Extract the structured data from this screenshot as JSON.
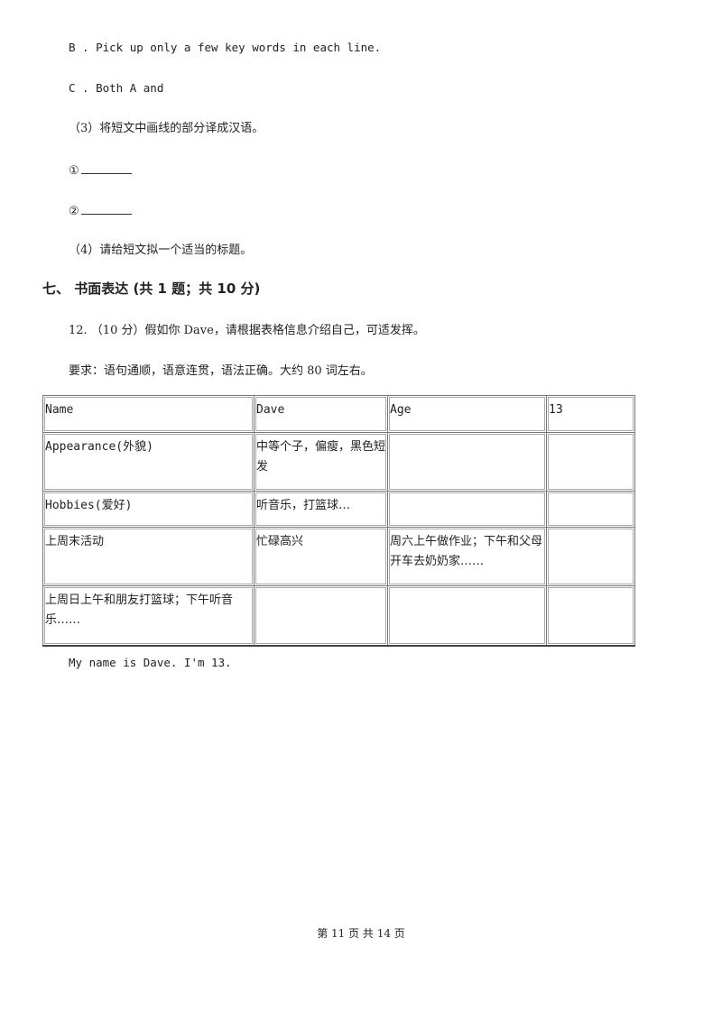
{
  "question_options": {
    "option_b": "B . Pick up only a few key words in each line.",
    "option_c": "C . Both A and"
  },
  "sub_q3": {
    "prompt": "（3）将短文中画线的部分译成汉语。",
    "blank1_label": "①",
    "blank2_label": "②"
  },
  "sub_q4": {
    "prompt": "（4）请给短文拟一个适当的标题。"
  },
  "section7": {
    "title": "七、 书面表达 (共 1 题；共 10 分)"
  },
  "question12": {
    "stem": "12. （10 分）假如你 Dave，请根据表格信息介绍自己，可适发挥。",
    "requirement": "要求：语句通顺，语意连贯，语法正确。大约 80 词左右。",
    "table": {
      "rows": [
        [
          "Name",
          "Dave",
          "Age",
          "13"
        ],
        [
          "Appearance(外貌)",
          "中等个子，偏瘦，黑色短发",
          "",
          ""
        ],
        [
          "Hobbies(爱好)",
          "听音乐，打篮球…",
          "",
          ""
        ],
        [
          "上周末活动",
          "忙碌高兴",
          "周六上午做作业；下午和父母开车去奶奶家……",
          ""
        ],
        [
          "上周日上午和朋友打篮球；下午听音乐……",
          "",
          "",
          ""
        ]
      ]
    },
    "answer_start": "My name is Dave. I'm 13."
  },
  "footer": {
    "page": "第 11 页 共 14 页"
  }
}
